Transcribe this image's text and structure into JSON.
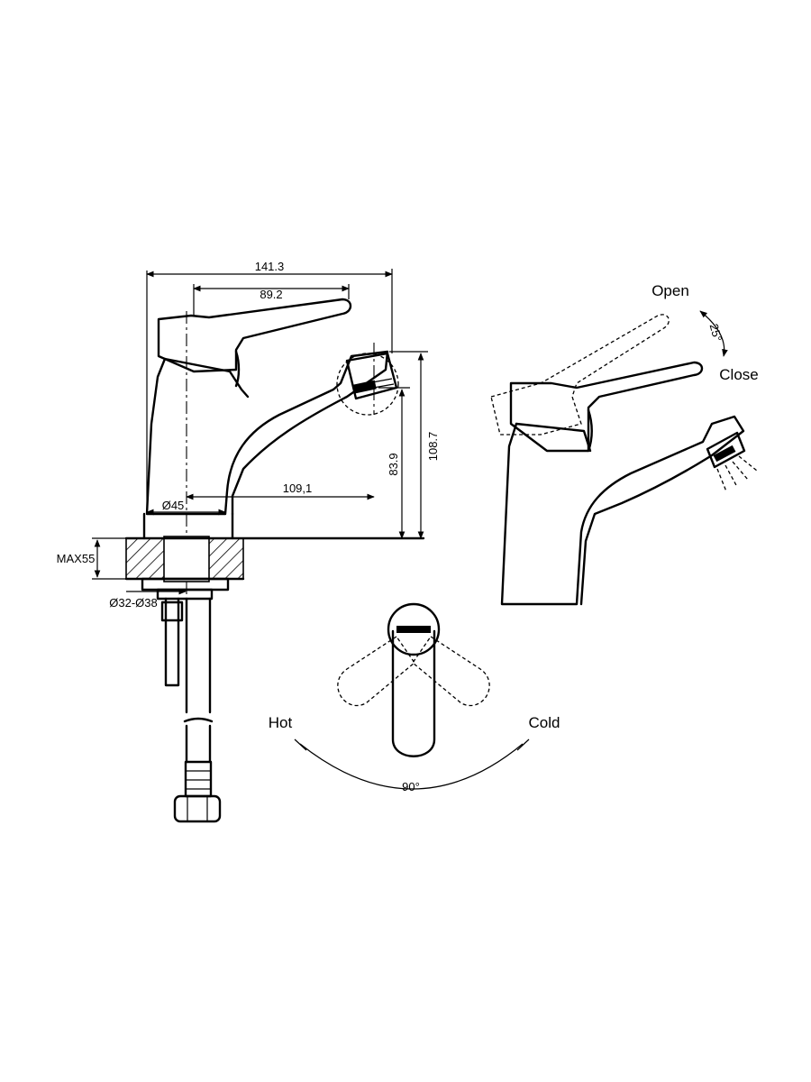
{
  "dimensions": {
    "overall_width": "141.3",
    "lever_length": "89.2",
    "spout_reach": "109,1",
    "spout_height": "83.9",
    "total_height": "108.7",
    "base_diameter": "Ø45",
    "max_thickness": "MAX55",
    "hole_diameter": "Ø32-Ø38"
  },
  "side_view": {
    "open_label": "Open",
    "close_label": "Close",
    "tilt_angle": "25°"
  },
  "top_view": {
    "hot_label": "Hot",
    "cold_label": "Cold",
    "rotation_angle": "90°"
  }
}
